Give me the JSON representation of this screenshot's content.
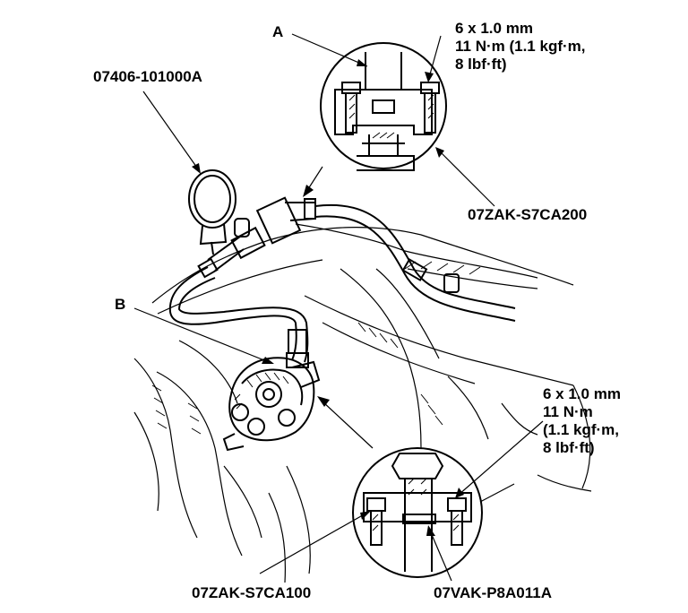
{
  "labels": {
    "a": "A",
    "b": "B",
    "gauge_tool": "07406-101000A",
    "top_spec_1": "6 x 1.0 mm",
    "top_spec_2": "11 N·m (1.1 kgf·m,",
    "top_spec_3": "8 lbf·ft)",
    "top_adapter": "07ZAK-S7CA200",
    "bottom_spec_1": "6 x 1.0 mm",
    "bottom_spec_2": "11 N·m",
    "bottom_spec_3": "(1.1 kgf·m,",
    "bottom_spec_4": "8 lbf·ft)",
    "bottom_adapter": "07ZAK-S7CA100",
    "bottom_joint": "07VAK-P8A011A"
  }
}
